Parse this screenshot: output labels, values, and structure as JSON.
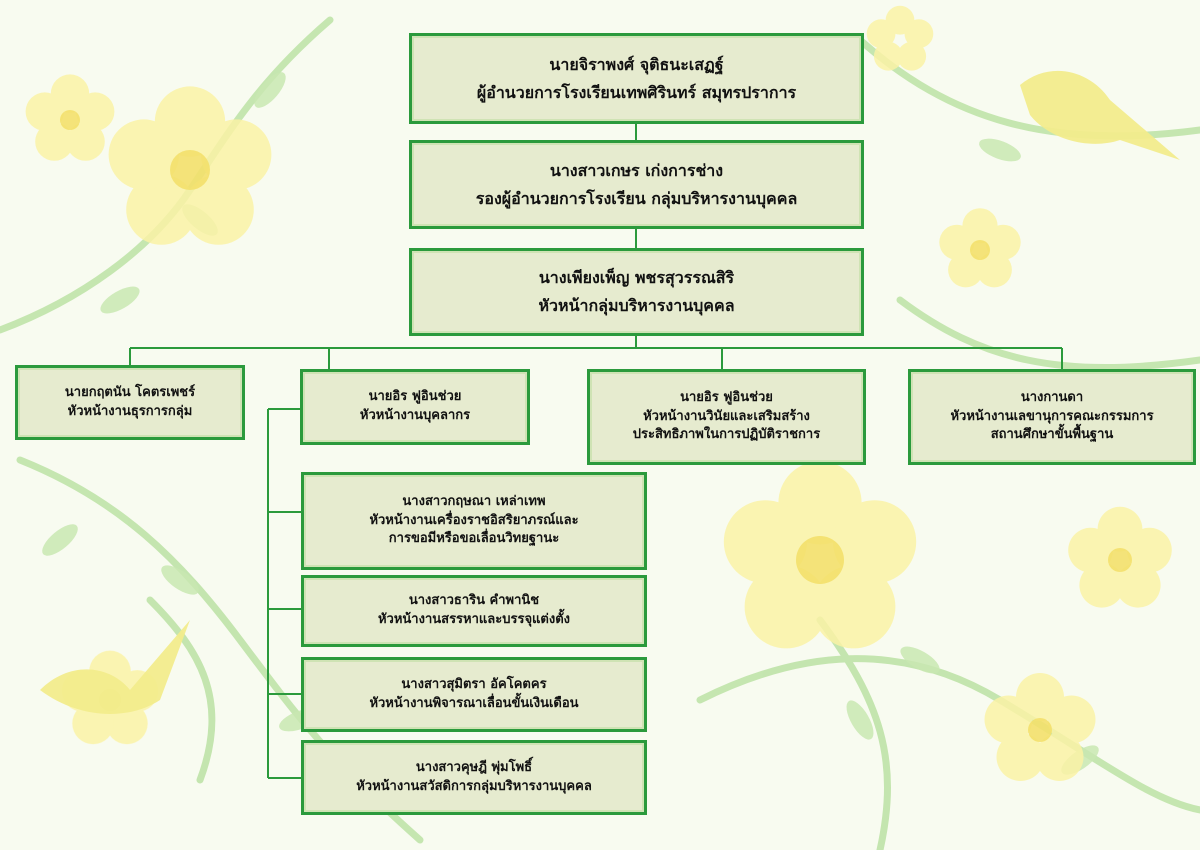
{
  "chart": {
    "director": {
      "name": "นายจิราพงศ์  จุติธนะเสฏฐ์",
      "title": "ผู้อำนวยการโรงเรียนเทพศิรินทร์  สมุทรปราการ"
    },
    "deputy": {
      "name": "นางสาวเกษร  เก่งการช่าง",
      "title": "รองผู้อำนวยการโรงเรียน  กลุ่มบริหารงานบุคคล"
    },
    "group_head": {
      "name": "นางเพียงเพ็ญ  พชรสุวรรณสิริ",
      "title": "หัวหน้ากลุ่มบริหารงานบุคคล"
    },
    "units": [
      {
        "name": "นายกฤตนัน  โคตรเพชร์",
        "title_lines": [
          "หัวหน้างานธุรการกลุ่ม"
        ]
      },
      {
        "name": "นายอิร  ฟูอินช่วย",
        "title_lines": [
          "หัวหน้างานบุคลากร"
        ]
      },
      {
        "name": "นายอิร  ฟูอินช่วย",
        "title_lines": [
          "หัวหน้างานวินัยและเสริมสร้าง",
          "ประสิทธิภาพในการปฏิบัติราชการ"
        ]
      },
      {
        "name": "นางกานดา",
        "title_lines": [
          "หัวหน้างานเลขานุการคณะกรรมการ",
          "สถานศึกษาขั้นพื้นฐาน"
        ]
      }
    ],
    "sub_units": [
      {
        "name": "นางสาวกฤษณา  เหล่าเทพ",
        "title_lines": [
          "หัวหน้างานเครื่องราชอิสริยาภรณ์และ",
          "การขอมีหรือขอเลื่อนวิทยฐานะ"
        ]
      },
      {
        "name": "นางสาวธาริน  คำพานิช",
        "title_lines": [
          "หัวหน้างานสรรหาและบรรจุแต่งตั้ง"
        ]
      },
      {
        "name": "นางสาวสุมิตรา  อัคโคตคร",
        "title_lines": [
          "หัวหน้างานพิจารณาเลื่อนขั้นเงินเดือน"
        ]
      },
      {
        "name": "นางสาวคุษฎี  พุ่มโพธิ์",
        "title_lines": [
          "หัวหน้างานสวัสดิการกลุ่มบริหารงานบุคคล"
        ]
      }
    ],
    "colors": {
      "border": "#2b9a3c",
      "box_fill": "#e6ebcf",
      "line": "#2b9a3c"
    }
  }
}
